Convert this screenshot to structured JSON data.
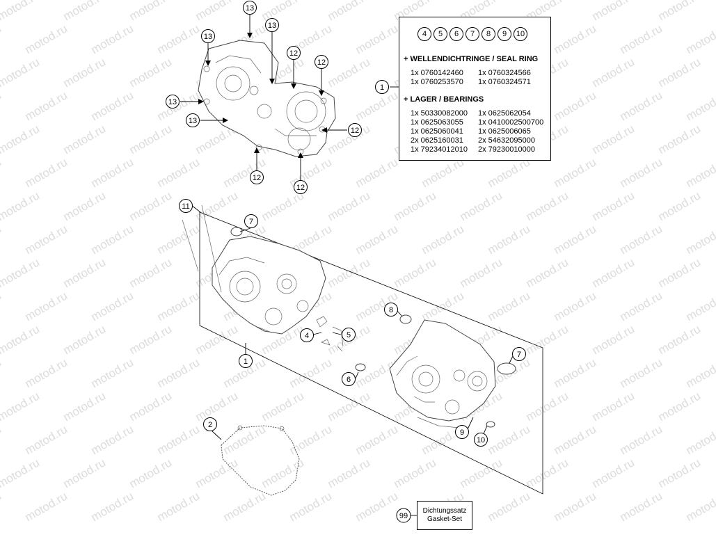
{
  "watermark": "motod.ru",
  "callouts": {
    "c13a": "13",
    "c13b": "13",
    "c13c": "13",
    "c13d": "13",
    "c13e": "13",
    "c12a": "12",
    "c12b": "12",
    "c12c": "12",
    "c12d": "12",
    "c12e": "12",
    "c11": "11",
    "c7a": "7",
    "c7b": "7",
    "c4": "4",
    "c5": "5",
    "c1a": "1",
    "c1b": "1",
    "c8": "8",
    "c6": "6",
    "c9": "9",
    "c10": "10",
    "c2": "2",
    "c99": "99"
  },
  "legend": {
    "numbers": [
      "4",
      "5",
      "6",
      "7",
      "8",
      "9",
      "10"
    ],
    "seal_heading": "+ WELLENDICHTRINGE / SEAL RING",
    "seal_items": [
      "1x 0760142460",
      "1x 0760324566",
      "1x 0760253570",
      "1x 0760324571"
    ],
    "bearing_heading": "+ LAGER / BEARINGS",
    "bearing_items": [
      "1x 50330082000",
      "1x 0625062054",
      "1x 0625063055",
      "1x 0410002500700",
      "1x 0625060041",
      "1x 0625006065",
      "2x 0625160031",
      "2x 54632095000",
      "1x 79234012010",
      "2x 79230010000"
    ]
  },
  "gasket_set": {
    "line1": "Dichtungssatz",
    "line2": "Gasket-Set"
  }
}
